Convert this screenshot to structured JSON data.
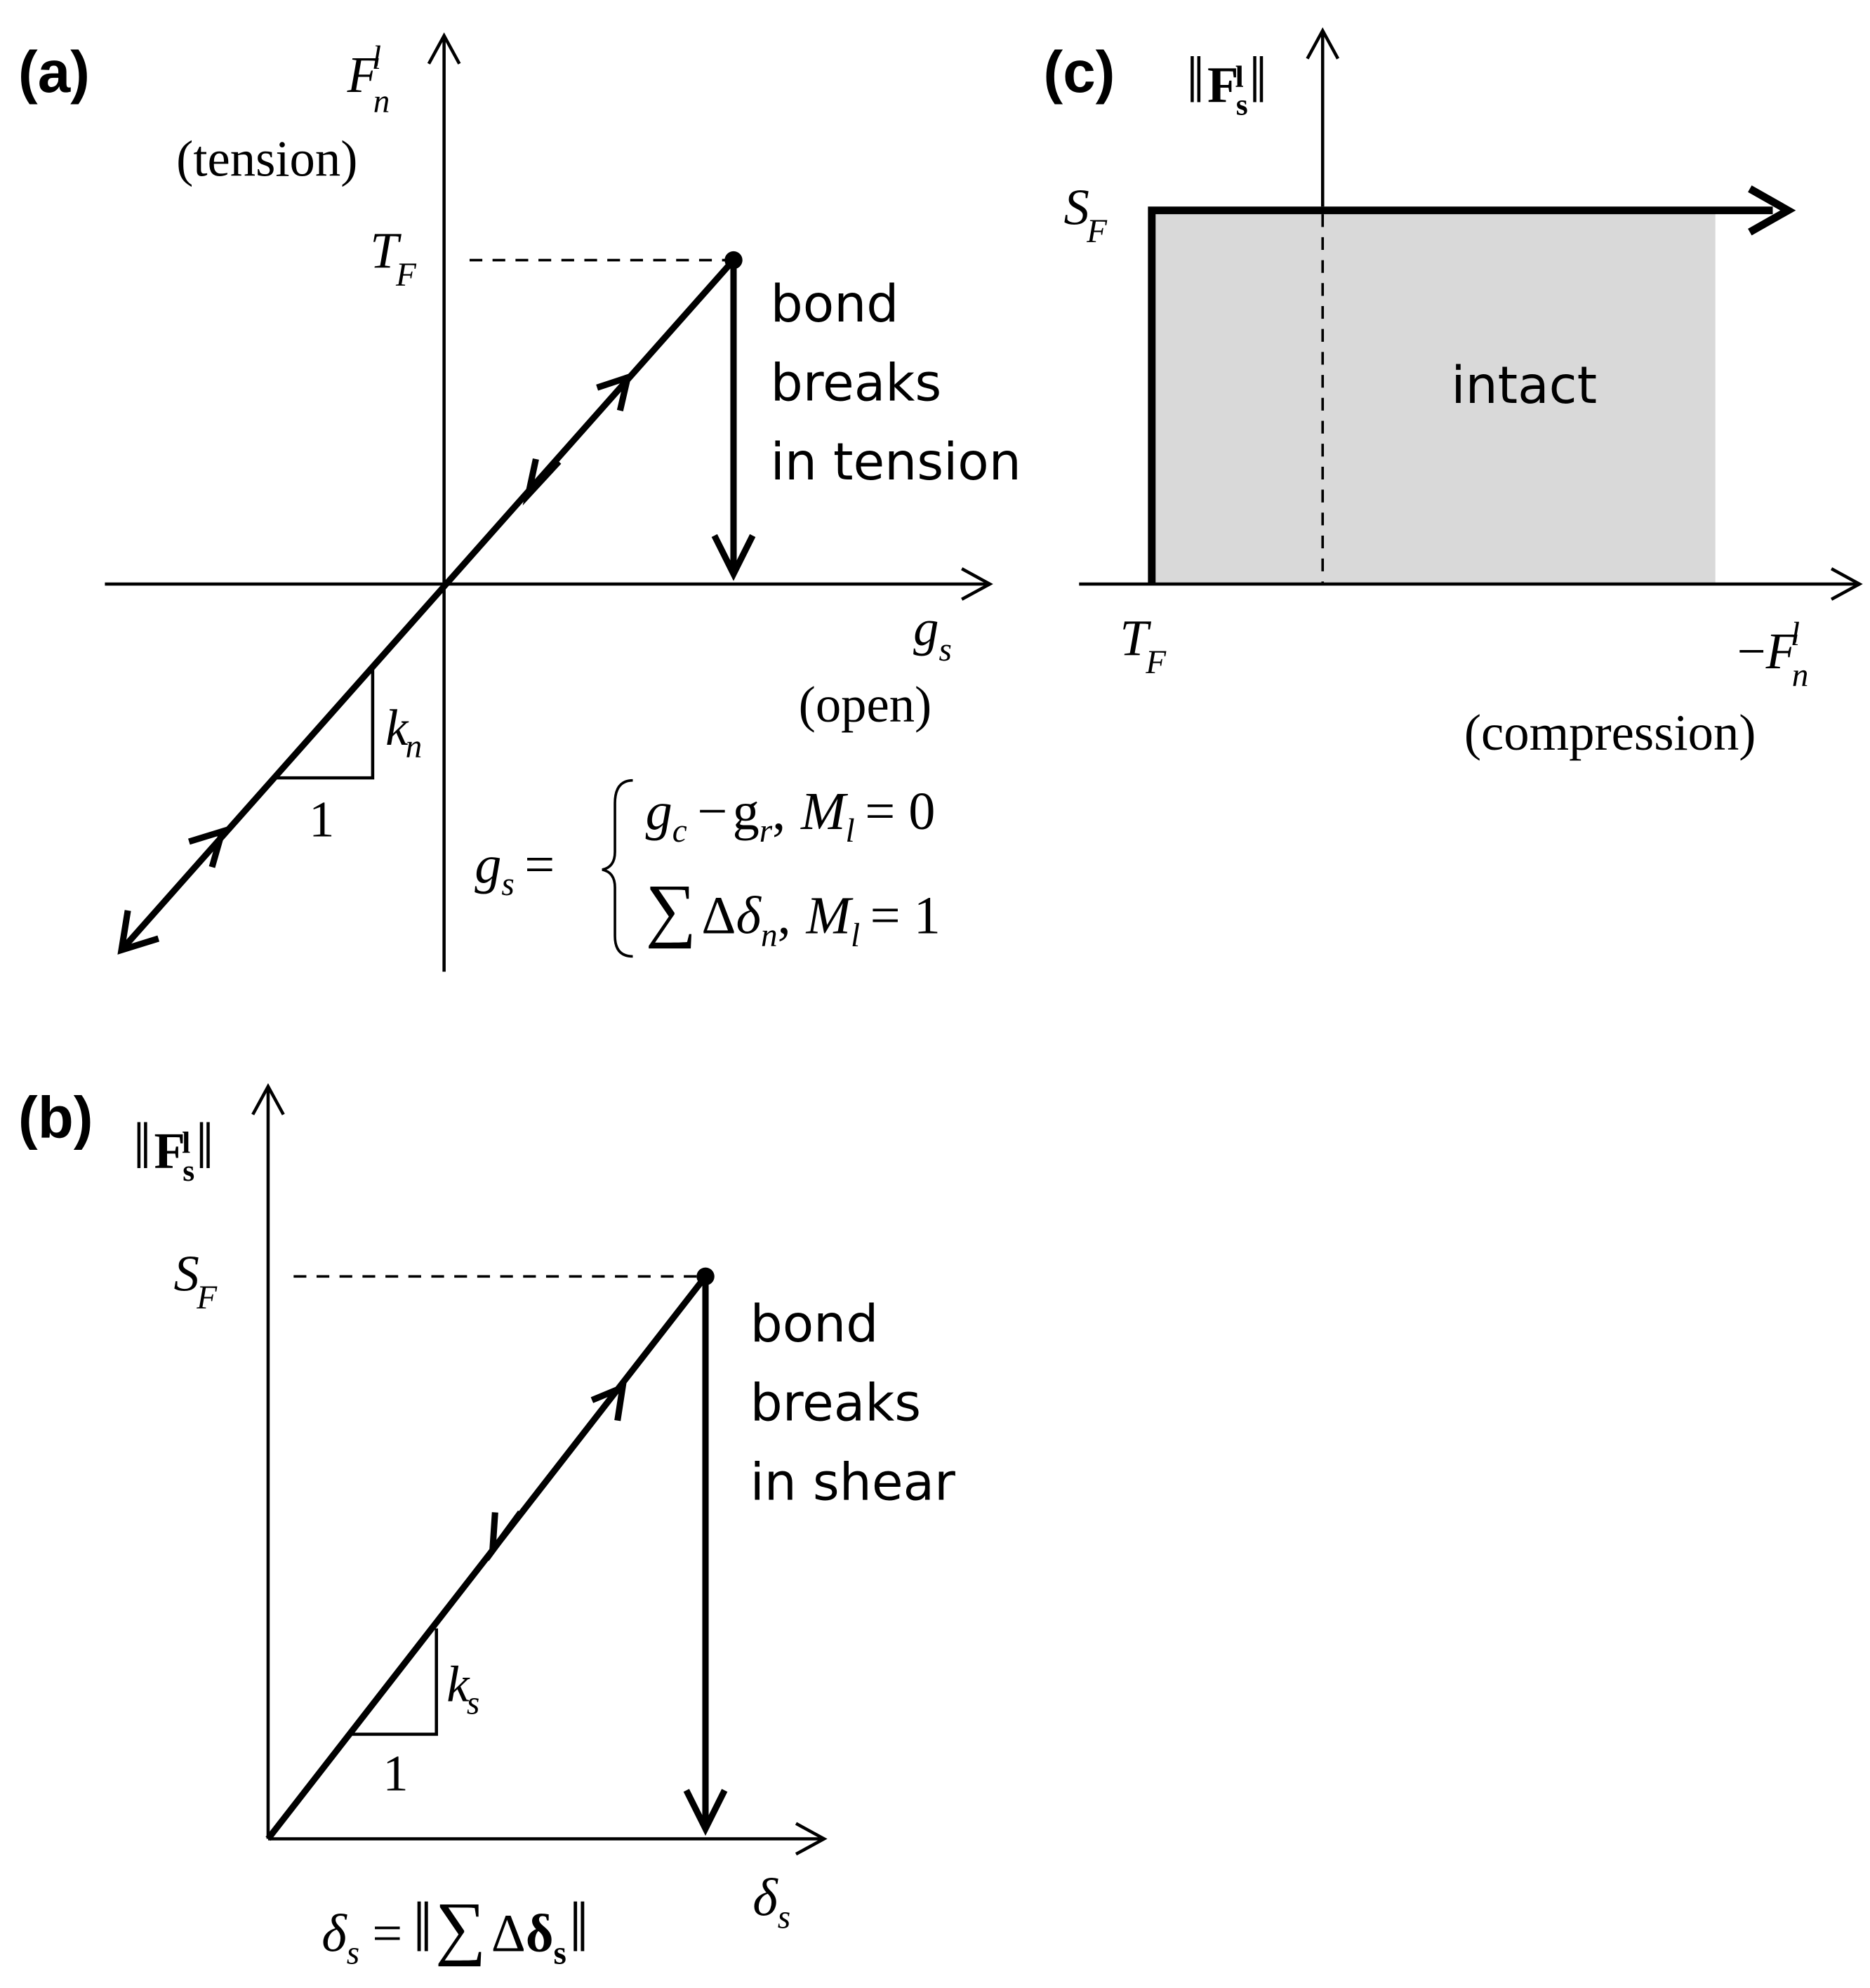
{
  "panels": {
    "a": {
      "label": "(a)",
      "y_axis_symbol": "F",
      "y_axis_sub": "n",
      "y_axis_sup": "l",
      "y_axis_note": "(tension)",
      "peak_symbol": "T",
      "peak_sub": "F",
      "x_axis_symbol": "g",
      "x_axis_sub": "s",
      "x_axis_note": "(open)",
      "slope_symbol": "k",
      "slope_sub": "n",
      "slope_run": "1",
      "break_text": [
        "bond",
        "breaks",
        "in tension"
      ],
      "equation": {
        "lhs": "g",
        "lhs_sub": "s",
        "equals": "=",
        "case1": {
          "a": "g",
          "a_sub": "c",
          "minus": "−",
          "b": "g",
          "b_sub": "r",
          "sep": ",",
          "m": "M",
          "m_sub": "l",
          "eq": "= 0"
        },
        "case2": {
          "sum": "∑",
          "delta": "Δ",
          "d": "δ",
          "d_sub": "n",
          "sep": ",",
          "m": "M",
          "m_sub": "l",
          "eq": "= 1"
        }
      }
    },
    "b": {
      "label": "(b)",
      "y_axis_norm_open": "‖",
      "y_axis_symbol": "F",
      "y_axis_sub": "s",
      "y_axis_sup": "l",
      "y_axis_norm_close": "‖",
      "peak_symbol": "S",
      "peak_sub": "F",
      "x_axis_symbol": "δ",
      "x_axis_sub": "s",
      "slope_symbol": "k",
      "slope_sub": "s",
      "slope_run": "1",
      "break_text": [
        "bond",
        "breaks",
        "in shear"
      ],
      "equation": {
        "lhs": "δ",
        "lhs_sub": "s",
        "equals": "=",
        "norm_open": "‖",
        "sum": "∑",
        "delta": "Δ",
        "d": "δ",
        "d_sub": "s",
        "norm_close": "‖"
      }
    },
    "c": {
      "label": "(c)",
      "y_axis_norm_open": "‖",
      "y_axis_symbol": "F",
      "y_axis_sub": "s",
      "y_axis_sup": "l",
      "y_axis_norm_close": "‖",
      "level_symbol": "S",
      "level_sub": "F",
      "origin_symbol": "T",
      "origin_sub": "F",
      "x_axis_minus": "−",
      "x_axis_symbol": "F",
      "x_axis_sub": "n",
      "x_axis_sup": "l",
      "x_axis_note": "(compression)",
      "region_label": "intact"
    }
  },
  "colors": {
    "ink": "#000000",
    "region_fill": "#d9d9d9",
    "background": "#ffffff"
  }
}
